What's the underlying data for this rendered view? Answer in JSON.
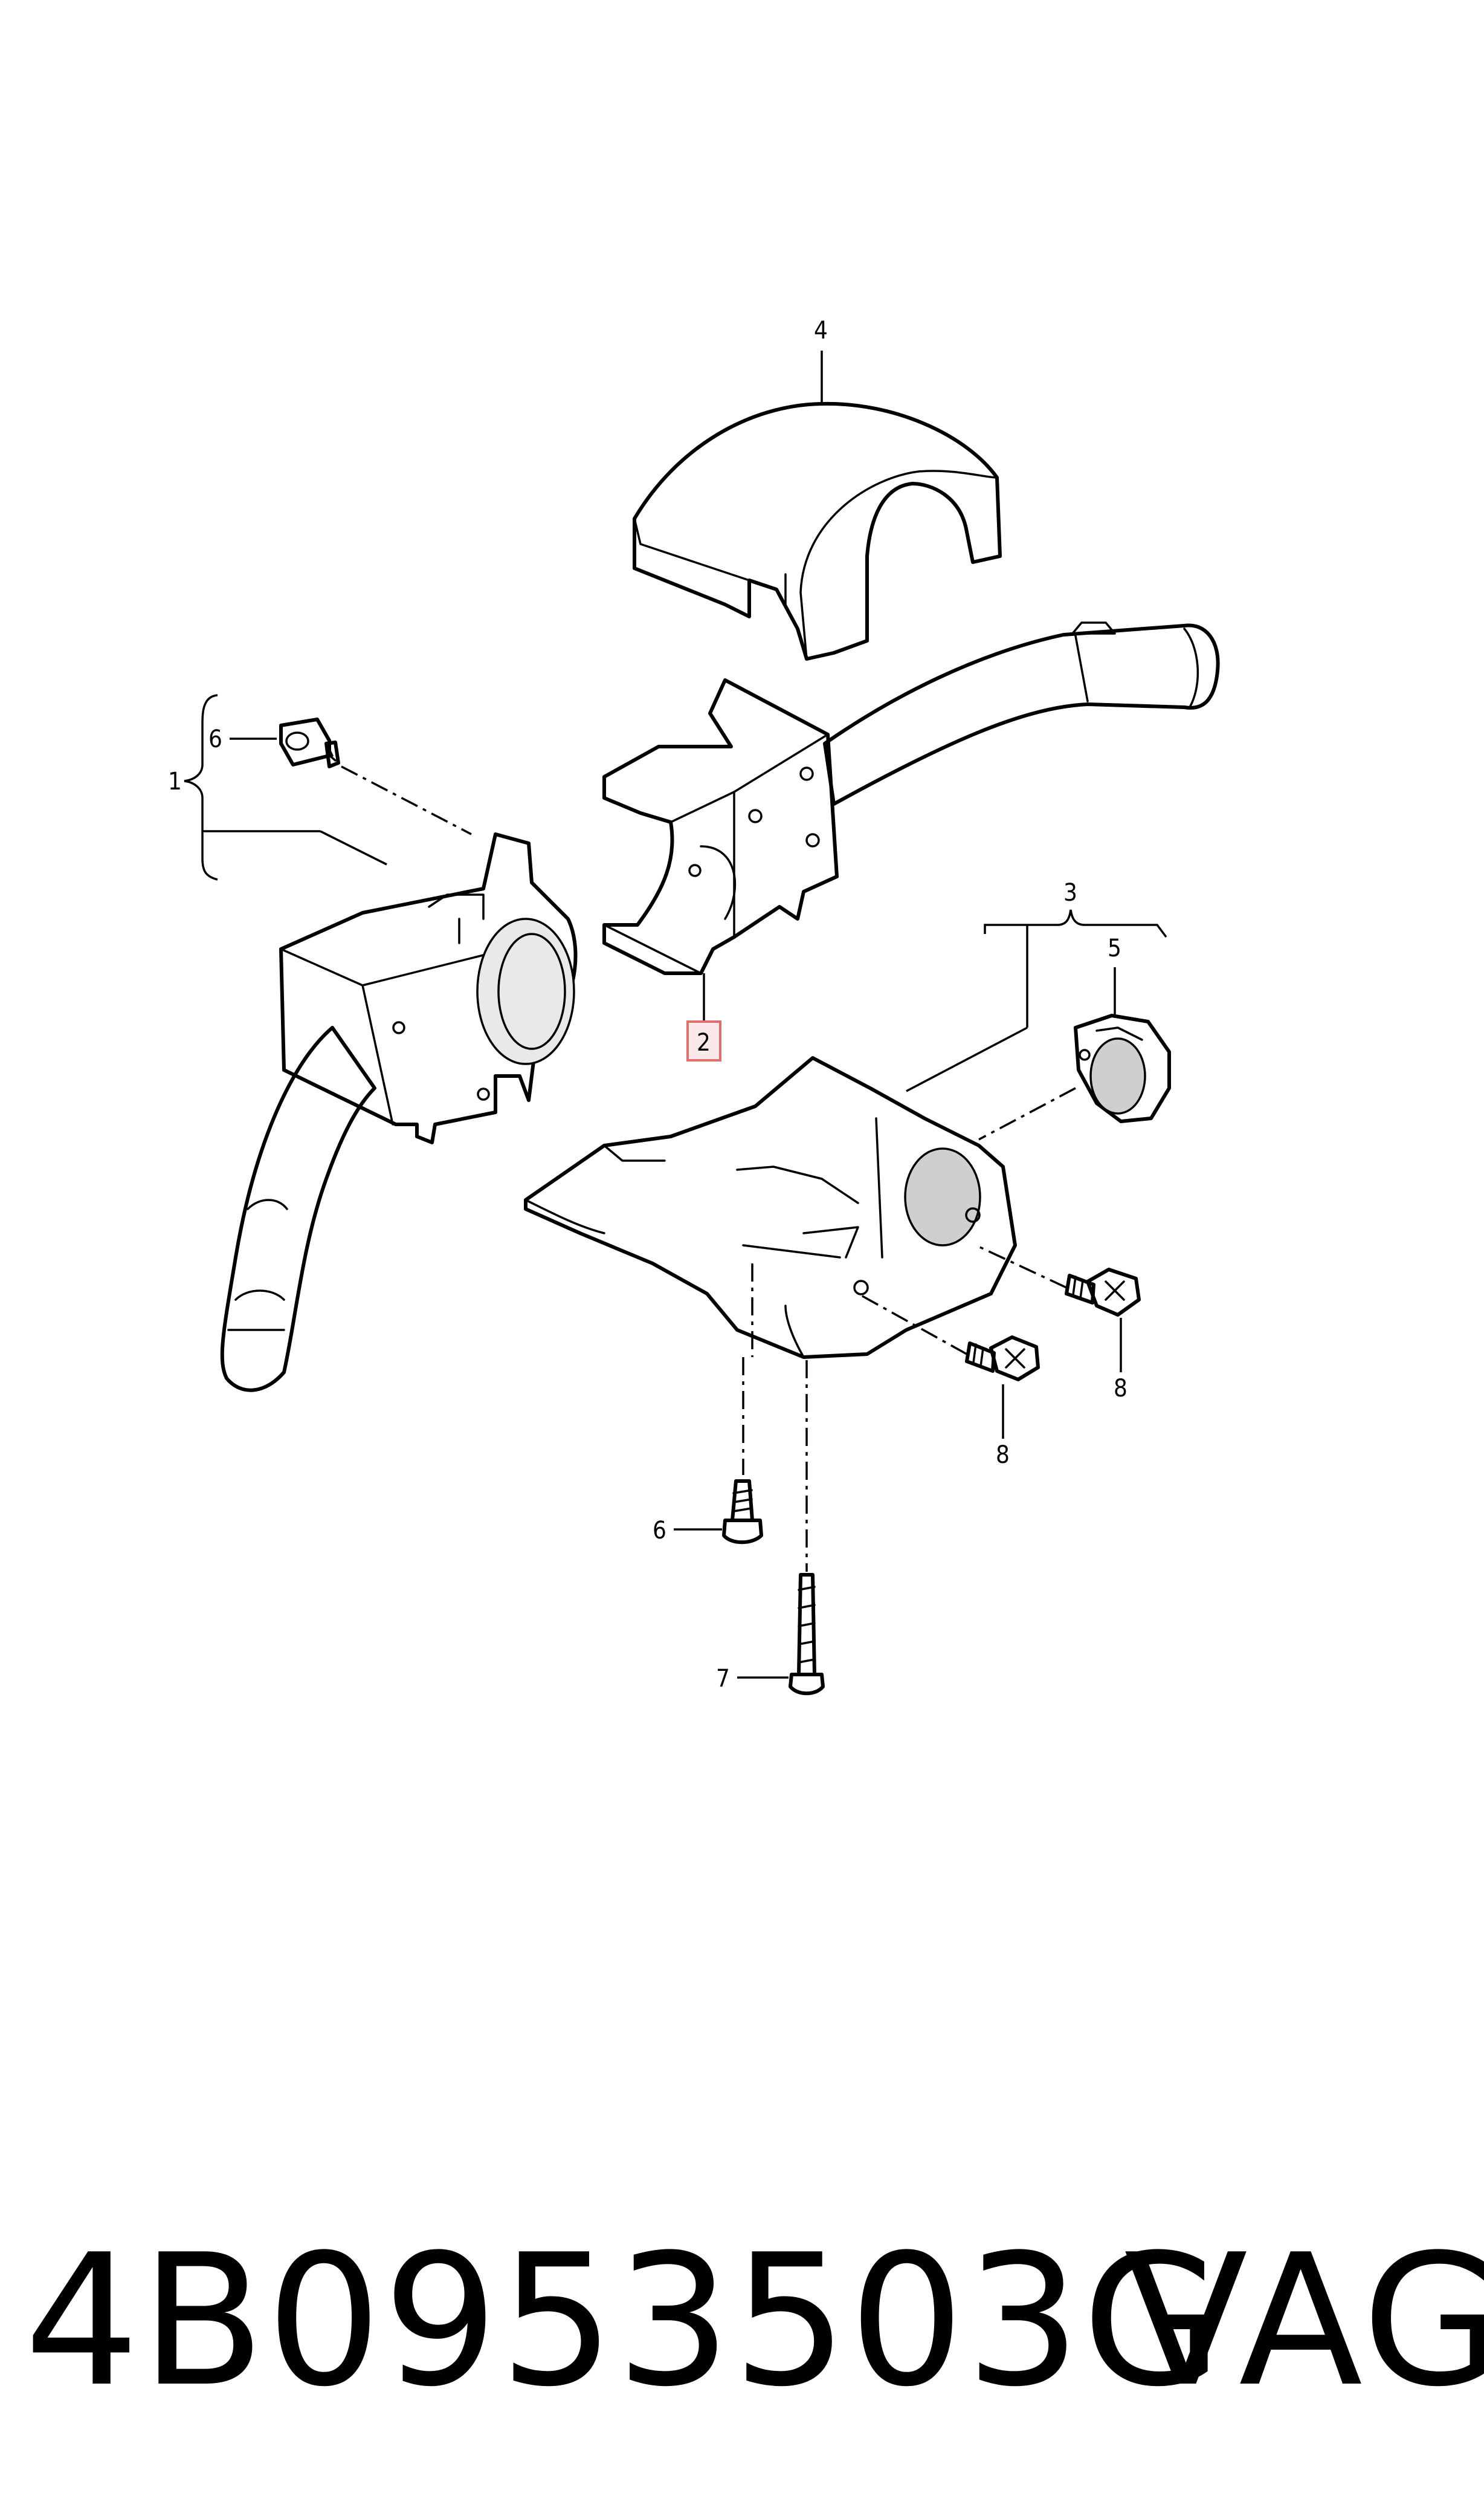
{
  "callouts": {
    "c1": "1",
    "c2": "2",
    "c3": "3",
    "c4": "4",
    "c5": "5",
    "c6a": "6",
    "c6b": "6",
    "c7": "7",
    "c8a": "8",
    "c8b": "8"
  },
  "footer": {
    "part_number": "4B0953503G",
    "brand": "VAG"
  },
  "colors": {
    "highlight_box": "#e07070",
    "part_fill": "#e9e9e9"
  }
}
